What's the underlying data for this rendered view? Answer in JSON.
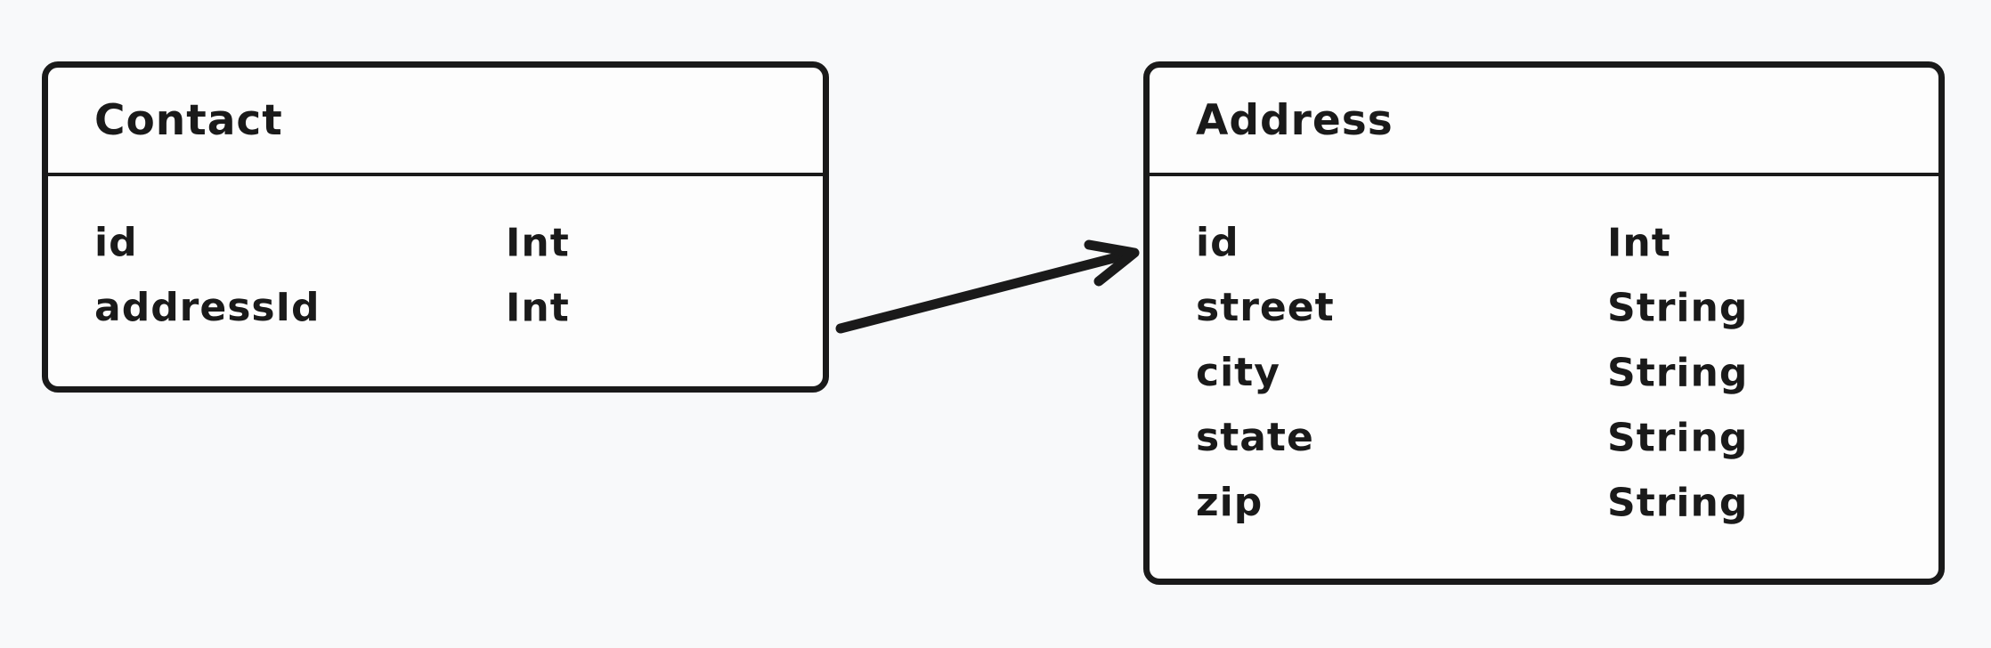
{
  "canvas": {
    "background_color": "#f8f9fa",
    "stroke_color": "#1a1a1a",
    "shape_fill_color": "#fdfdfd"
  },
  "entities": [
    {
      "name": "Contact",
      "fields": [
        {
          "name": "id",
          "type": "Int"
        },
        {
          "name": "addressId",
          "type": "Int"
        }
      ]
    },
    {
      "name": "Address",
      "fields": [
        {
          "name": "id",
          "type": "Int"
        },
        {
          "name": "street",
          "type": "String"
        },
        {
          "name": "city",
          "type": "String"
        },
        {
          "name": "state",
          "type": "String"
        },
        {
          "name": "zip",
          "type": "String"
        }
      ]
    }
  ],
  "relationship": {
    "from": "Contact",
    "to": "Address"
  }
}
